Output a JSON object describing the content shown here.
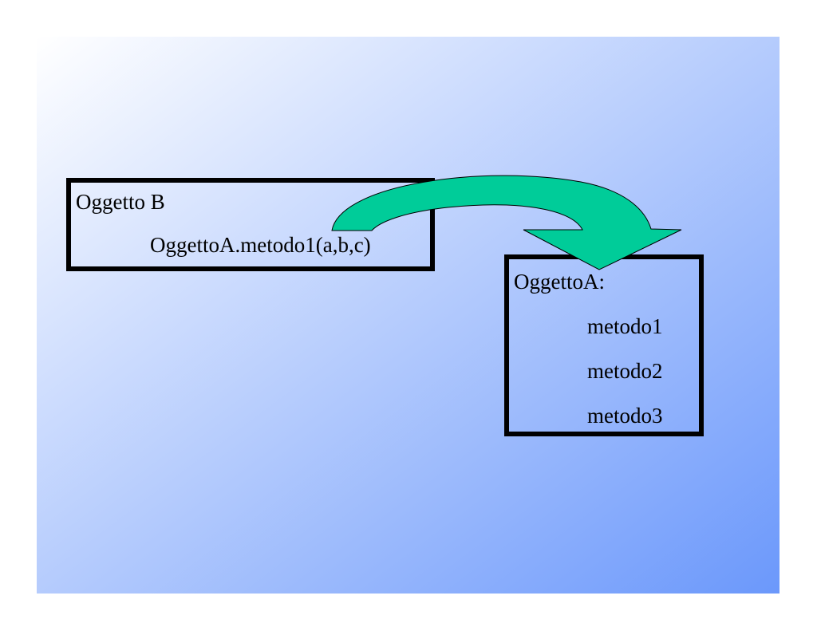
{
  "colors": {
    "slide_gradient_start": "#ffffff",
    "slide_gradient_end": "#6b98fb",
    "arrow_fill": "#00cc99",
    "box_border": "#000000"
  },
  "diagram": {
    "object_b": {
      "title": "Oggetto B",
      "call": "OggettoA.metodo1(a,b,c)"
    },
    "object_a": {
      "title": "OggettoA:",
      "methods": [
        "metodo1",
        "metodo2",
        "metodo3"
      ]
    },
    "connector": {
      "icon": "curved-arrow-icon",
      "from": "object_b",
      "to": "object_a"
    }
  }
}
